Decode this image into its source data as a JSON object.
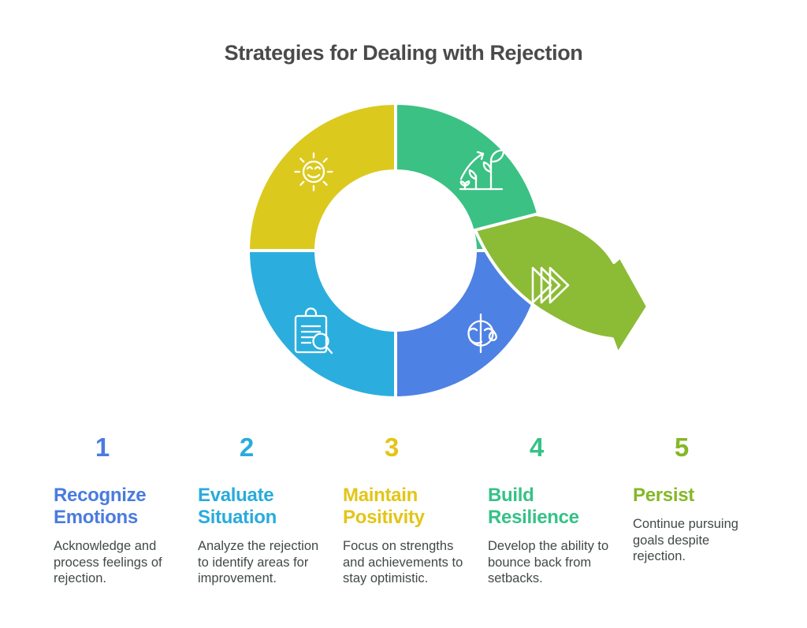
{
  "title": "Strategies for Dealing with Rejection",
  "diagram": {
    "segments": [
      {
        "name": "maintain-positivity-segment",
        "color": "#dcc91e",
        "icon": "sun-smile-icon"
      },
      {
        "name": "build-resilience-segment",
        "color": "#3bc184",
        "icon": "growth-plant-icon"
      },
      {
        "name": "evaluate-situation-segment",
        "color": "#2baede",
        "icon": "clipboard-search-icon"
      },
      {
        "name": "recognize-emotions-segment",
        "color": "#4e81e4",
        "icon": "mood-face-icon"
      },
      {
        "name": "persist-arrow-segment",
        "color": "#8cbb35",
        "icon": "fast-forward-icon"
      }
    ]
  },
  "steps": [
    {
      "number": "1",
      "accent": "#4a7be0",
      "heading": "Recognize\nEmotions",
      "body": "Acknowledge and\nprocess feelings of\nrejection."
    },
    {
      "number": "2",
      "accent": "#29abdc",
      "heading": "Evaluate\nSituation",
      "body": "Analyze the rejection\nto identify areas for\nimprovement."
    },
    {
      "number": "3",
      "accent": "#e3c517",
      "heading": "Maintain\nPositivity",
      "body": "Focus on strengths\nand achievements to\nstay optimistic."
    },
    {
      "number": "4",
      "accent": "#35c287",
      "heading": "Build\nResilience",
      "body": "Develop the ability to\nbounce back from\nsetbacks."
    },
    {
      "number": "5",
      "accent": "#84b827",
      "heading": "Persist",
      "body": "Continue pursuing\ngoals despite\nrejection."
    }
  ],
  "text_color": "#414948",
  "title_color": "#4a4a4a"
}
